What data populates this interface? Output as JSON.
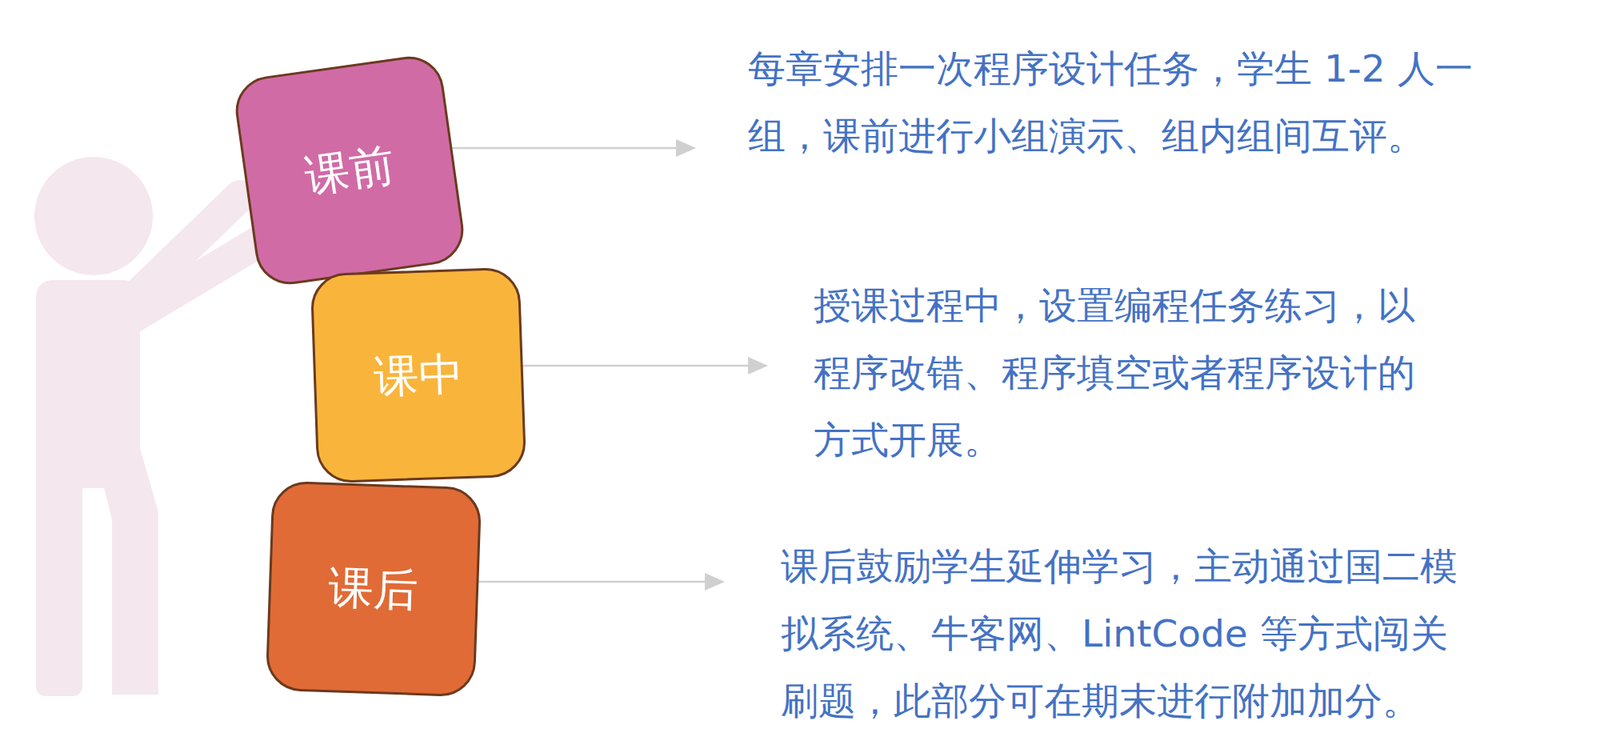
{
  "diagram": {
    "nodes": [
      {
        "text": [
          "课前"
        ]
      },
      {
        "text": [
          "课中"
        ]
      },
      {
        "text": [
          "课后"
        ]
      }
    ],
    "labels": [
      "每章安排一次程序设计任务，学生 1-2 人一组，课前进行小组演示、组内组间互评。",
      "授课过程中，设置编程任务练习，以程序改错、程序填空或者程序设计的方式开展。",
      "课后鼓励学生延伸学习，主动通过国二模拟系统、牛客网、LintCode 等方式闯关刷题，此部分可在期末进行附加加分。"
    ]
  }
}
